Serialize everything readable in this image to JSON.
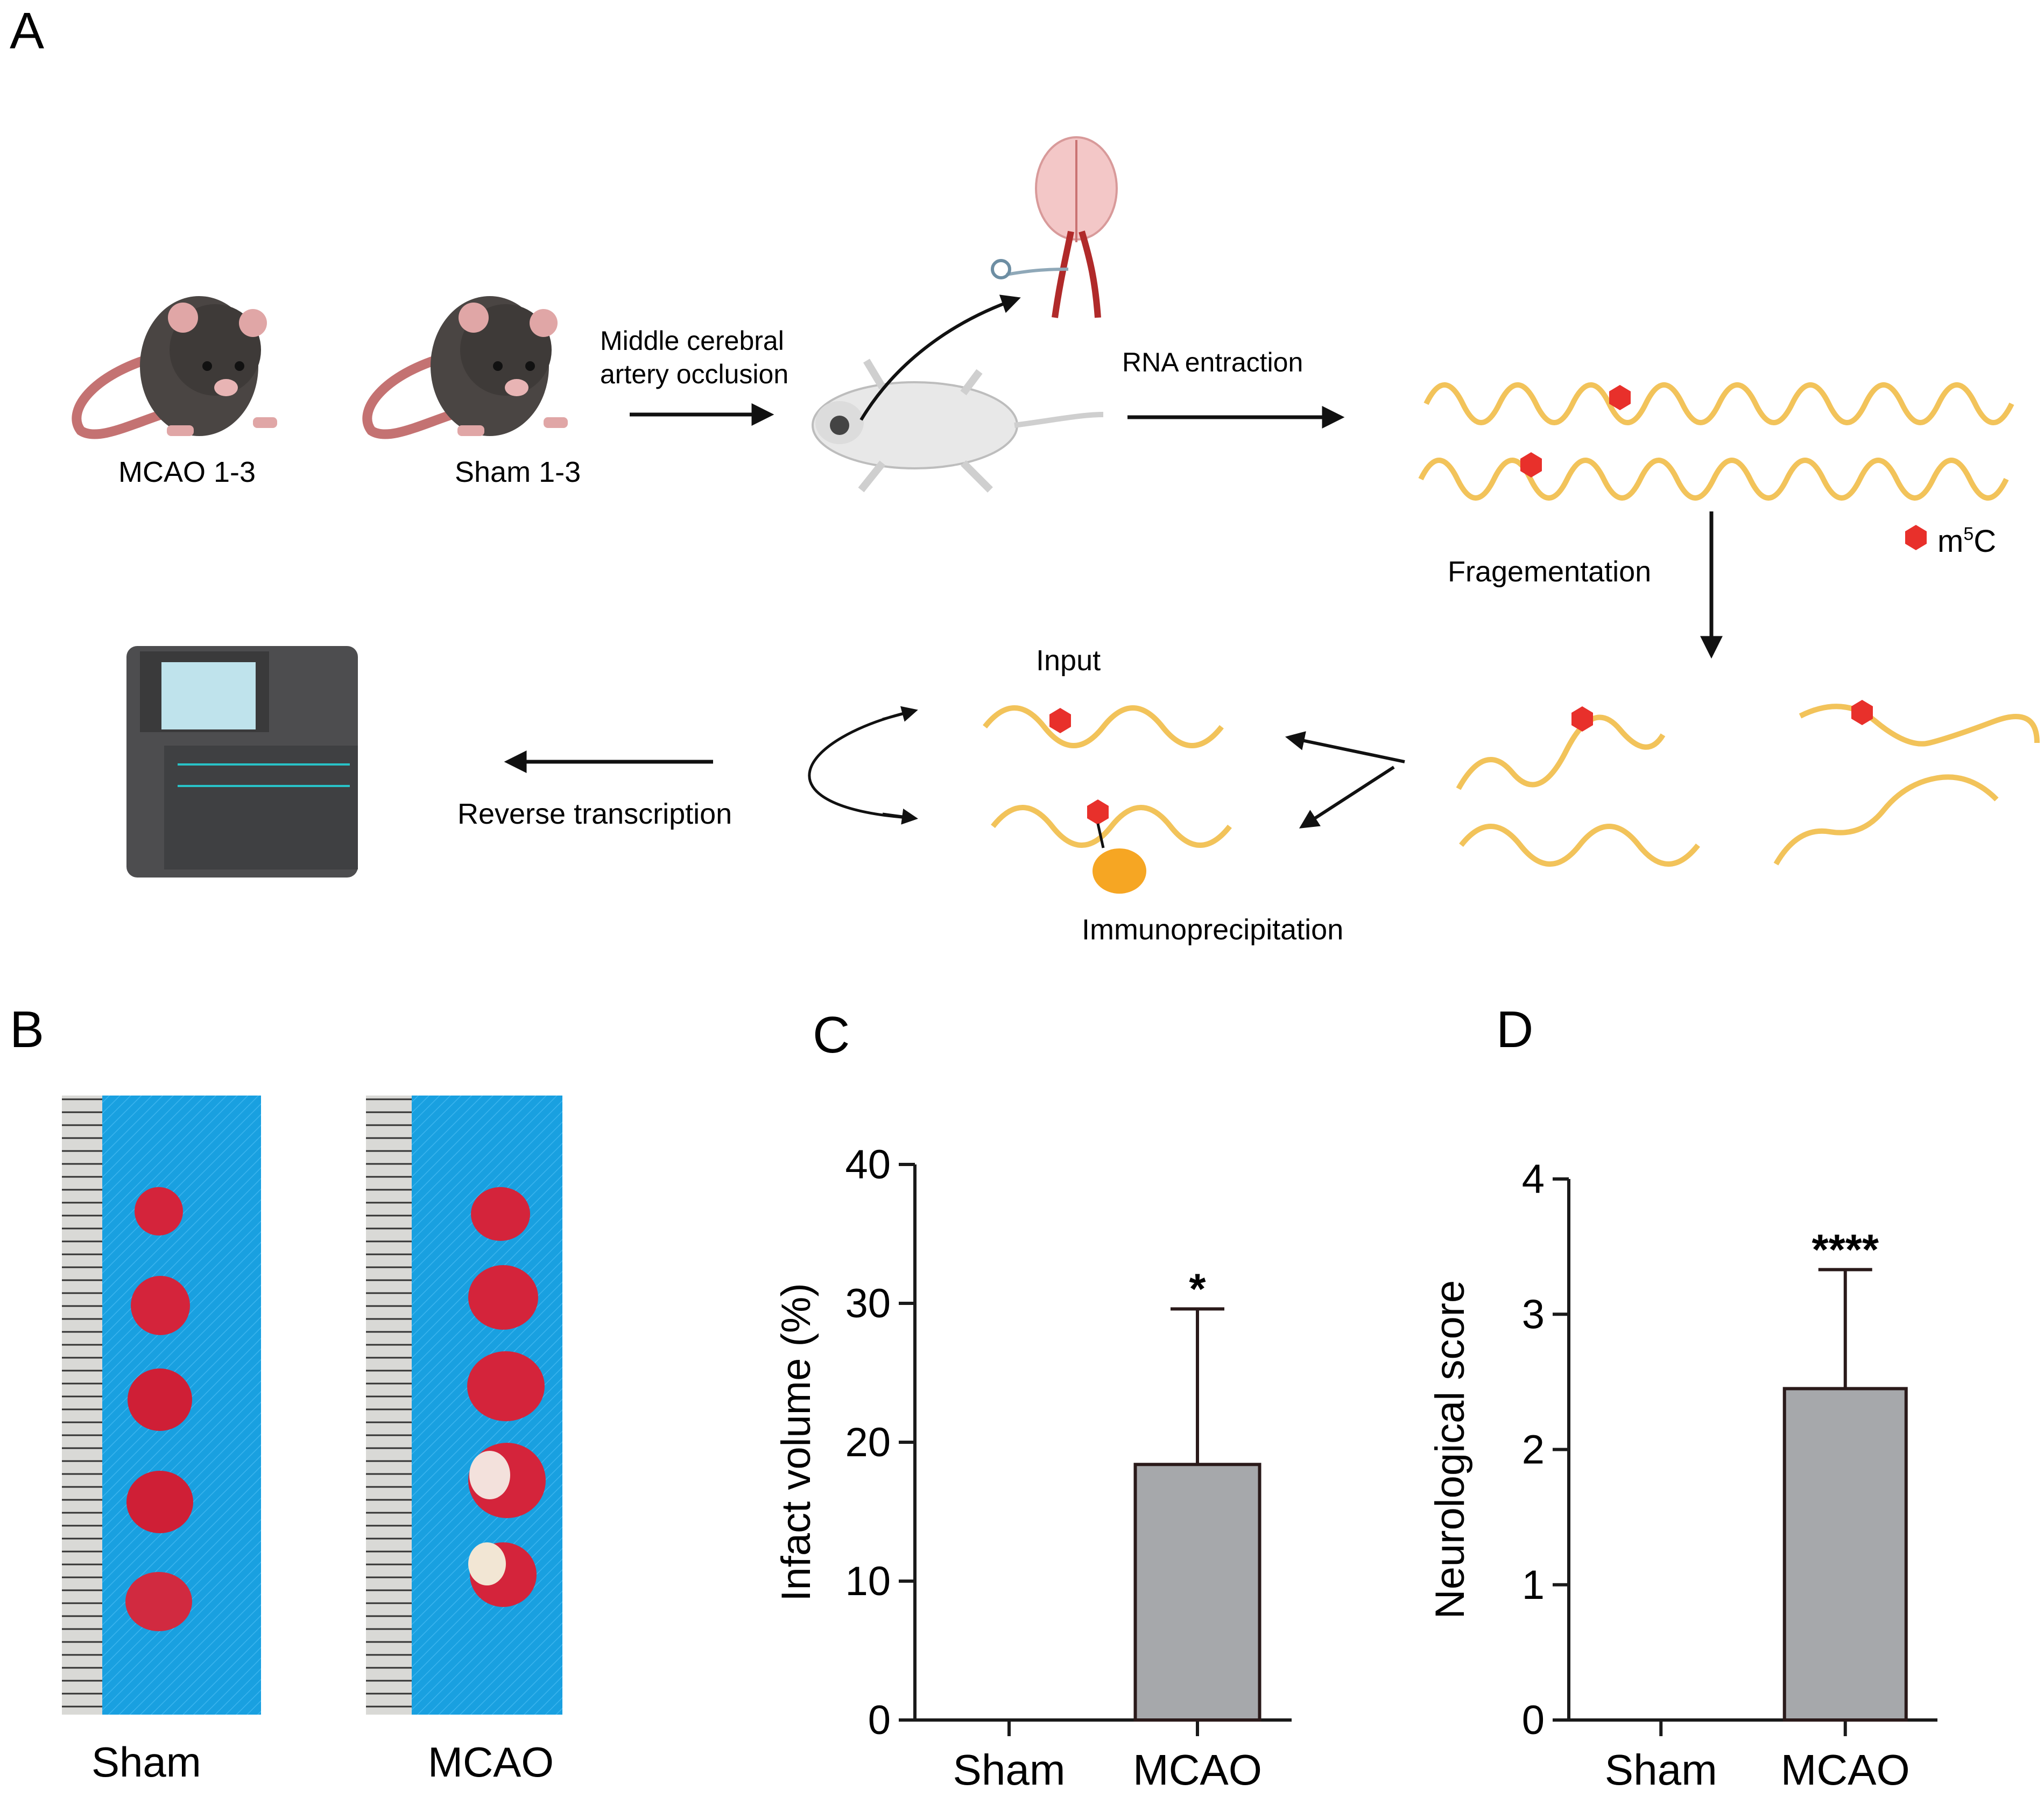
{
  "panels": {
    "A": "A",
    "B": "B",
    "C": "C",
    "D": "D"
  },
  "workflow": {
    "mcao_label": "MCAO 1-3",
    "sham_label": "Sham 1-3",
    "step1_line1": "Middle cerebral",
    "step1_line2": "artery occlusion",
    "step2": "RNA  entraction",
    "step3": "Fragementation",
    "legend_label": "m",
    "legend_sup": "5",
    "legend_suffix": "C",
    "input_label": "Input",
    "ip_label": "Immunoprecipitation",
    "rt_label": "Reverse  transcription"
  },
  "photos": {
    "sham_caption": "Sham",
    "mcao_caption": "MCAO"
  },
  "colors": {
    "rna": "#f2c35a",
    "m5c": "#e8302b",
    "bead": "#f6a623",
    "bar": "#a6a8ab",
    "tray": "#1ba0e2",
    "rat": "#4a4543"
  },
  "chart_data": [
    {
      "type": "bar",
      "panel": "C",
      "categories": [
        "Sham",
        "MCAO"
      ],
      "values": [
        0,
        18.4
      ],
      "errors": [
        0,
        11.2
      ],
      "significance": [
        "",
        "*"
      ],
      "ylabel": "Infact volume (%)",
      "ylim": [
        0,
        40
      ],
      "yticks": [
        0,
        10,
        20,
        30,
        40
      ],
      "grid": false
    },
    {
      "type": "bar",
      "panel": "D",
      "categories": [
        "Sham",
        "MCAO"
      ],
      "values": [
        0,
        2.45
      ],
      "errors": [
        0,
        0.88
      ],
      "significance": [
        "",
        "****"
      ],
      "ylabel": "Neurological score",
      "ylim": [
        0,
        4
      ],
      "yticks": [
        0,
        1,
        2,
        3,
        4
      ],
      "grid": false
    }
  ]
}
